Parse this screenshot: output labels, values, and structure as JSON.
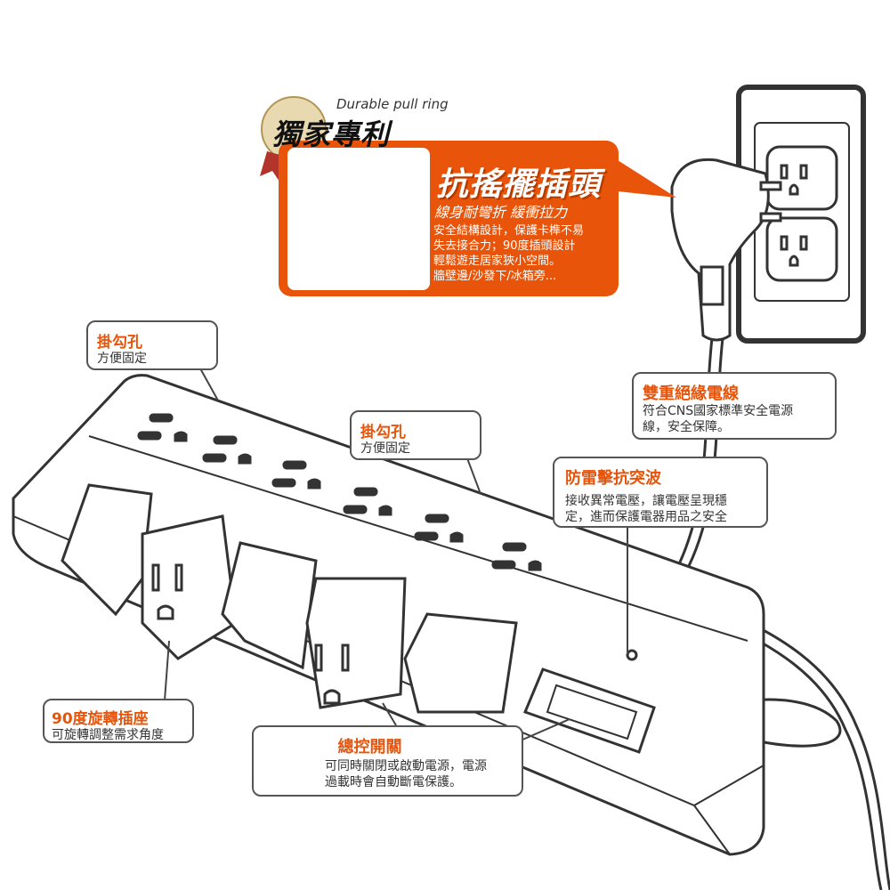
{
  "patent_badge": {
    "caption": "Durable pull ring",
    "title": "獨家專利"
  },
  "plug_feature": {
    "title": "抗搖擺插頭",
    "subtitle": "線身耐彎折 緩衝拉力",
    "lines": [
      "安全結構設計，保護卡榫不易",
      "失去接合力；90度插頭設計",
      "輕鬆遊走居家狹小空間。",
      "牆壁邊/沙發下/冰箱旁..."
    ]
  },
  "hang_hole_left": {
    "title": "掛勾孔",
    "text": "方便固定"
  },
  "hang_hole_right": {
    "title": "掛勾孔",
    "text": "方便固定"
  },
  "double_insulation": {
    "title": "雙重絕緣電線",
    "text": "符合CNS國家標準安全電源線，安全保障。"
  },
  "surge": {
    "title": "防雷擊抗突波",
    "lines": [
      "接收異常電壓，讓電壓呈現穩",
      "定，進而保護電器用品之安全"
    ]
  },
  "rotating": {
    "title": "90度旋轉插座",
    "text": "可旋轉調整需求角度"
  },
  "master_switch": {
    "title": "總控開關",
    "lines": [
      "可同時關閉或啟動電源，電源",
      "過載時會自動斷電保護。"
    ]
  },
  "colors": {
    "accent": "#e8540a",
    "outline": "#444444"
  }
}
